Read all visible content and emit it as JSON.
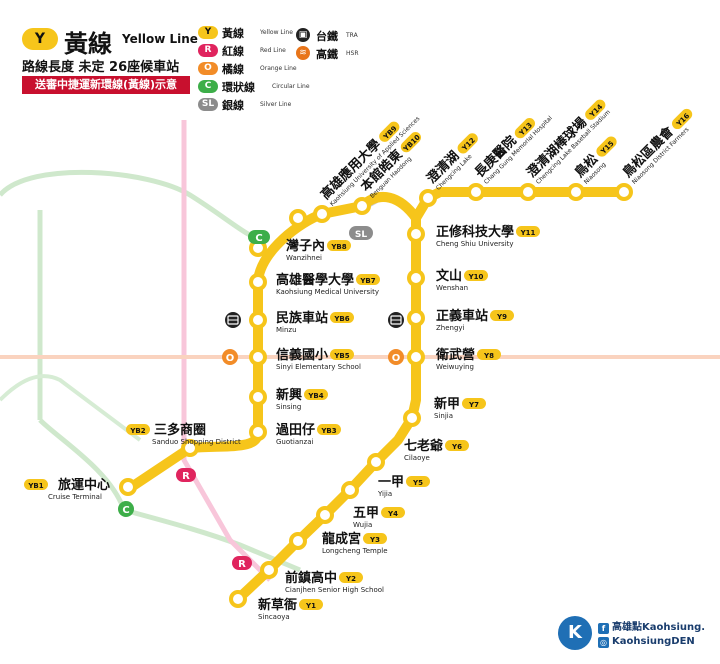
{
  "header": {
    "line_code": "Y",
    "title_zh": "黃線",
    "title_en": "Yellow Line",
    "subtitle": "路線長度 未定 26座候車站",
    "banner": "送審中捷運新環線(黃線)示意"
  },
  "legend": {
    "lines": [
      {
        "code": "Y",
        "zh": "黃線",
        "en": "Yellow Line",
        "color": "#F6C51B",
        "text_color": "#111111"
      },
      {
        "code": "R",
        "zh": "紅線",
        "en": "Red Line",
        "color": "#E0245E",
        "text_color": "#ffffff"
      },
      {
        "code": "O",
        "zh": "橘線",
        "en": "Orange Line",
        "color": "#F28C28",
        "text_color": "#ffffff"
      },
      {
        "code": "C",
        "zh": "環狀線",
        "en": "Circular Line",
        "color": "#3DAE49",
        "text_color": "#ffffff"
      },
      {
        "code": "SL",
        "zh": "銀線",
        "en": "Silver Line",
        "color": "#8C8C8C",
        "text_color": "#ffffff"
      }
    ],
    "rail": [
      {
        "icon": "tra-icon",
        "zh": "台鐵",
        "en": "TRA"
      },
      {
        "icon": "hsr-icon",
        "zh": "高鐵",
        "en": "HSR"
      }
    ]
  },
  "colors": {
    "yellow": "#F6C51B",
    "red": "#E0245E",
    "orange": "#F28C28",
    "circular": "#3DAE49",
    "silver": "#8C8C8C"
  },
  "stations": [
    {
      "code": "Y1",
      "zh": "新草衙",
      "en": "Sincaoya"
    },
    {
      "code": "Y2",
      "zh": "前鎮高中",
      "en": "Cianjhen Senior High School"
    },
    {
      "code": "Y3",
      "zh": "龍成宮",
      "en": "Longcheng Temple"
    },
    {
      "code": "Y4",
      "zh": "五甲",
      "en": "Wujia"
    },
    {
      "code": "Y5",
      "zh": "一甲",
      "en": "Yijia"
    },
    {
      "code": "Y6",
      "zh": "七老爺",
      "en": "Cilaoye"
    },
    {
      "code": "Y7",
      "zh": "新甲",
      "en": "Sinjia"
    },
    {
      "code": "Y8",
      "zh": "衛武營",
      "en": "Weiwuying"
    },
    {
      "code": "Y9",
      "zh": "正義車站",
      "en": "Zhengyi"
    },
    {
      "code": "Y10",
      "zh": "文山",
      "en": "Wenshan"
    },
    {
      "code": "Y11",
      "zh": "正修科技大學",
      "en": "Cheng Shiu University"
    },
    {
      "code": "Y12",
      "zh": "澄清湖",
      "en": "Chengcing Lake"
    },
    {
      "code": "Y13",
      "zh": "長庚醫院",
      "en": "Chang Gung Memorial Hospital"
    },
    {
      "code": "Y14",
      "zh": "澄清湖棒球場",
      "en": "Chengcing Lake Baseball Stadium"
    },
    {
      "code": "Y15",
      "zh": "鳥松",
      "en": "Niaosong"
    },
    {
      "code": "Y16",
      "zh": "鳥松區農會",
      "en": "Niaosong District Farmers"
    },
    {
      "code": "YB1",
      "zh": "旅運中心",
      "en": "Cruise Terminal"
    },
    {
      "code": "YB2",
      "zh": "三多商圈",
      "en": "Sanduo Shopping District"
    },
    {
      "code": "YB3",
      "zh": "過田仔",
      "en": "Guotianzai"
    },
    {
      "code": "YB4",
      "zh": "新興",
      "en": "Sinsing"
    },
    {
      "code": "YB5",
      "zh": "信義國小",
      "en": "Sinyi Elementary School"
    },
    {
      "code": "YB6",
      "zh": "民族車站",
      "en": "Minzu"
    },
    {
      "code": "YB7",
      "zh": "高雄醫學大學",
      "en": "Kaohsiung Medical University"
    },
    {
      "code": "YB8",
      "zh": "灣子內",
      "en": "Wanzihnei"
    },
    {
      "code": "YB9",
      "zh": "高雄應用大學",
      "en": "Kaohsiung University of Applied Sciences"
    },
    {
      "code": "YB10",
      "zh": "本館皓東",
      "en": "Benguan Haodong"
    }
  ],
  "transfers": {
    "C": "C",
    "SL": "SL",
    "O": "O",
    "R": "R"
  },
  "footer": {
    "facebook": "高雄點Kaohsiung.",
    "instagram": "KaohsiungDEN"
  }
}
